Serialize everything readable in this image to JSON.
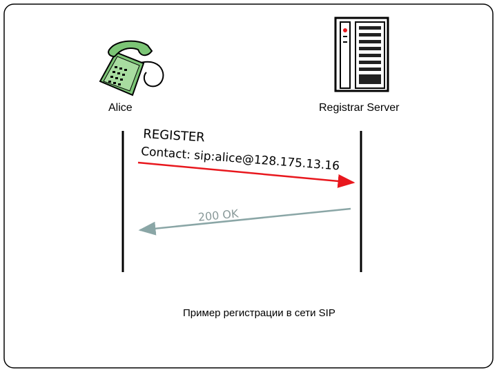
{
  "participants": {
    "alice": {
      "label": "Alice",
      "icon": "telephone-icon"
    },
    "server": {
      "label": "Registrar Server",
      "icon": "server-icon"
    }
  },
  "messages": [
    {
      "lines": [
        "REGISTER",
        "Contact: sip:alice@128.175.13.16"
      ],
      "direction": "alice-to-server",
      "color": "#e8171d"
    },
    {
      "lines": [
        "200 OK"
      ],
      "direction": "server-to-alice",
      "color": "#8aa6a6"
    }
  ],
  "caption": "Пример регистрации в сети SIP",
  "colors": {
    "frame": "#000000",
    "lifeline": "#000000",
    "phone_body": "#7cc576",
    "server_body": "#ffffff"
  }
}
